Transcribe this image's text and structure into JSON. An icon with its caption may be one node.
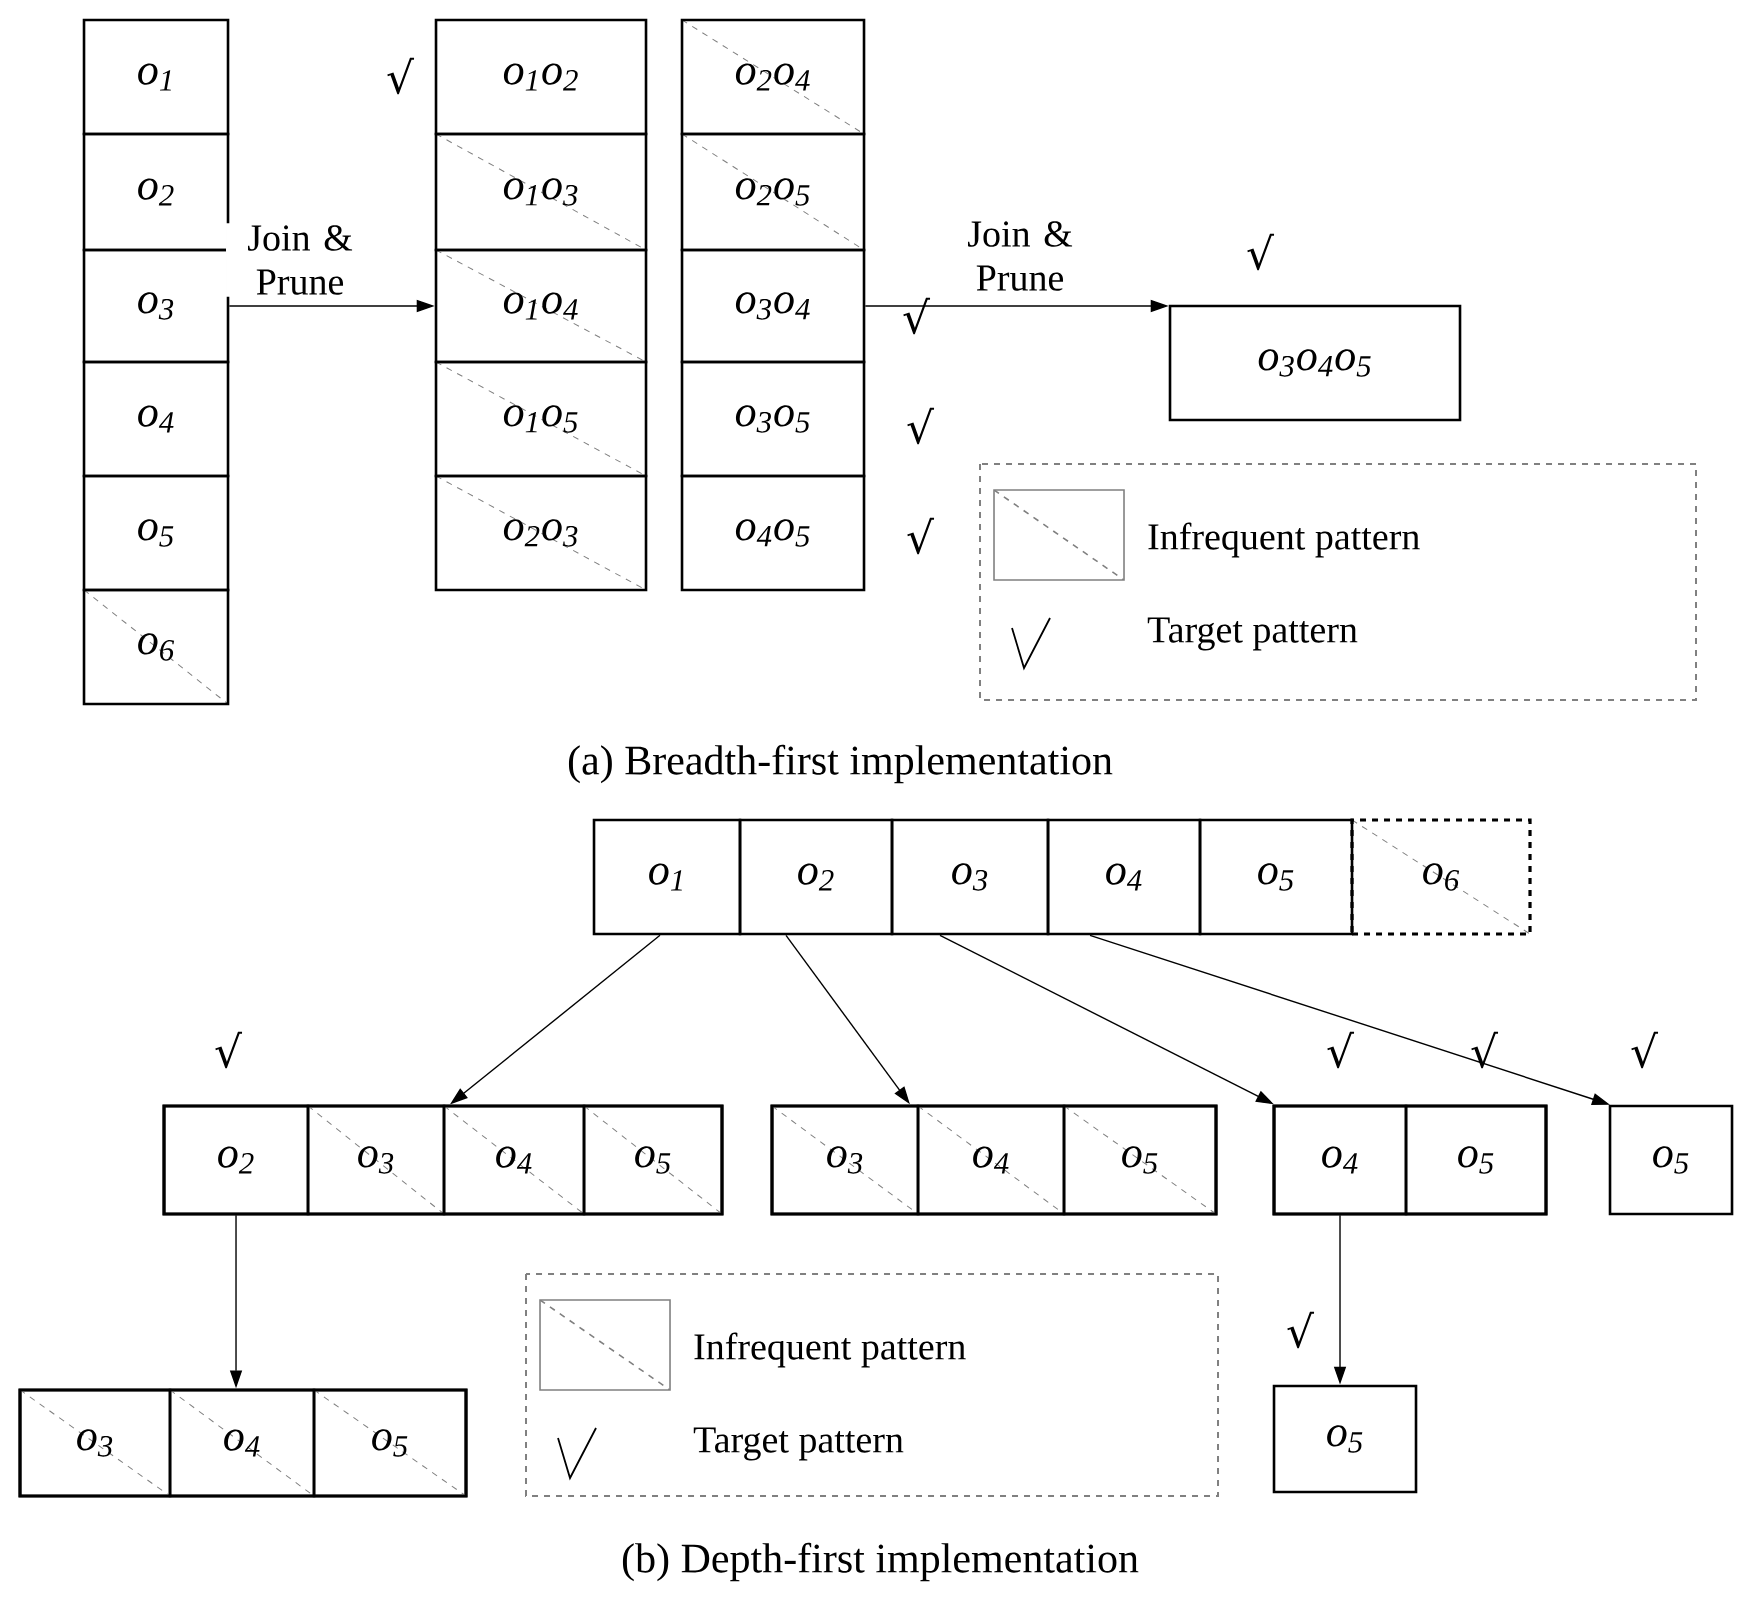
{
  "diagram": {
    "nodes": [
      {
        "text": [
          "o$_{1}$"
        ]
      },
      {
        "text": [
          "o$_{2}$"
        ]
      },
      {
        "text": [
          "o$_{3}$"
        ]
      },
      {
        "text": [
          "o$_{4}$"
        ]
      },
      {
        "text": [
          "o$_{5}$"
        ]
      },
      {
        "text": [
          "o$_{6}$"
        ]
      },
      {
        "text": [
          "o$_{1}$o$_{2}$"
        ],
        "beside": [
          "√"
        ]
      },
      {
        "text": [
          "o$_{1}$o$_{3}$"
        ]
      },
      {
        "text": [
          "o$_{1}$o$_{4}$"
        ]
      },
      {
        "text": [
          "o$_{1}$o$_{5}$"
        ]
      },
      {
        "text": [
          "o$_{2}$o$_{3}$"
        ]
      },
      {
        "text": [
          "o$_{2}$o$_{4}$"
        ]
      },
      {
        "text": [
          "o$_{2}$o$_{5}$"
        ]
      },
      {
        "text": [
          "o$_{3}$o$_{4}$"
        ],
        "beside": [
          "√"
        ]
      },
      {
        "text": [
          "o$_{3}$o$_{5}$"
        ],
        "beside": [
          "√"
        ]
      },
      {
        "text": [
          "o$_{4}$o$_{5}$"
        ],
        "beside": [
          "√"
        ]
      },
      {
        "text": [
          "o$_{3}$o$_{4}$o$_{5}$"
        ],
        "beside": [
          "√"
        ]
      },
      {
        "text": [
          "o$_{1}$"
        ]
      },
      {
        "text": [
          "o$_{2}$"
        ]
      },
      {
        "text": [
          "o$_{3}$"
        ]
      },
      {
        "text": [
          "o$_{4}$"
        ]
      },
      {
        "text": [
          "o$_{5}$"
        ]
      },
      {
        "text": [
          "o$_{6}$"
        ]
      },
      {
        "text": [],
        "shape": "box"
      },
      {
        "text": [
          "o$_{2}$"
        ],
        "in": 23,
        "beside": [
          "√"
        ]
      },
      {
        "text": [
          "o$_{3}$"
        ],
        "in": 23
      },
      {
        "text": [
          "o$_{4}$"
        ],
        "in": 23
      },
      {
        "text": [
          "o$_{5}$"
        ],
        "in": 23
      },
      {
        "text": [],
        "shape": "box"
      },
      {
        "text": [
          "o$_{3}$"
        ],
        "in": 28
      },
      {
        "text": [
          "o$_{4}$"
        ],
        "in": 28
      },
      {
        "text": [
          "o$_{5}$"
        ],
        "in": 28
      },
      {
        "text": [],
        "shape": "box"
      },
      {
        "text": [
          "o$_{4}$"
        ],
        "in": 32,
        "beside": [
          "√"
        ]
      },
      {
        "text": [
          "o$_{5}$"
        ],
        "in": 32,
        "beside": [
          "√"
        ]
      },
      {
        "text": [
          "o$_{5}$"
        ],
        "beside": [
          "√"
        ]
      },
      {
        "text": [],
        "shape": "box"
      },
      {
        "text": [
          "o$_{3}$"
        ],
        "in": 36
      },
      {
        "text": [
          "o$_{4}$"
        ],
        "in": 36
      },
      {
        "text": [
          "o$_{5}$"
        ],
        "in": 36
      },
      {
        "text": [
          "o$_{5}$"
        ],
        "beside": [
          "√"
        ]
      }
    ],
    "edges": [
      {
        "from": 2,
        "to": 8,
        "arrow": "to",
        "label": "Join & Prune"
      },
      {
        "from": 13,
        "to": 16,
        "arrow": "to",
        "label": "Join & Prune"
      },
      {
        "from": 17,
        "to": 23,
        "arrow": "to"
      },
      {
        "from": 18,
        "to": 28,
        "arrow": "to"
      },
      {
        "from": 19,
        "to": 32,
        "arrow": "to"
      },
      {
        "from": 20,
        "to": 35,
        "arrow": "to"
      },
      {
        "from": 24,
        "to": 36,
        "arrow": "to"
      },
      {
        "from": 33,
        "to": 40,
        "arrow": "to"
      }
    ],
    "labels": [
      "(a) Breadth-first implementation",
      "(b) Depth-first implementation"
    ],
    "legend": [
      {
        "text": "Infrequent pattern"
      },
      {
        "text": "Target pattern"
      },
      {
        "text": "Infrequent pattern"
      },
      {
        "text": "Target pattern"
      }
    ]
  }
}
